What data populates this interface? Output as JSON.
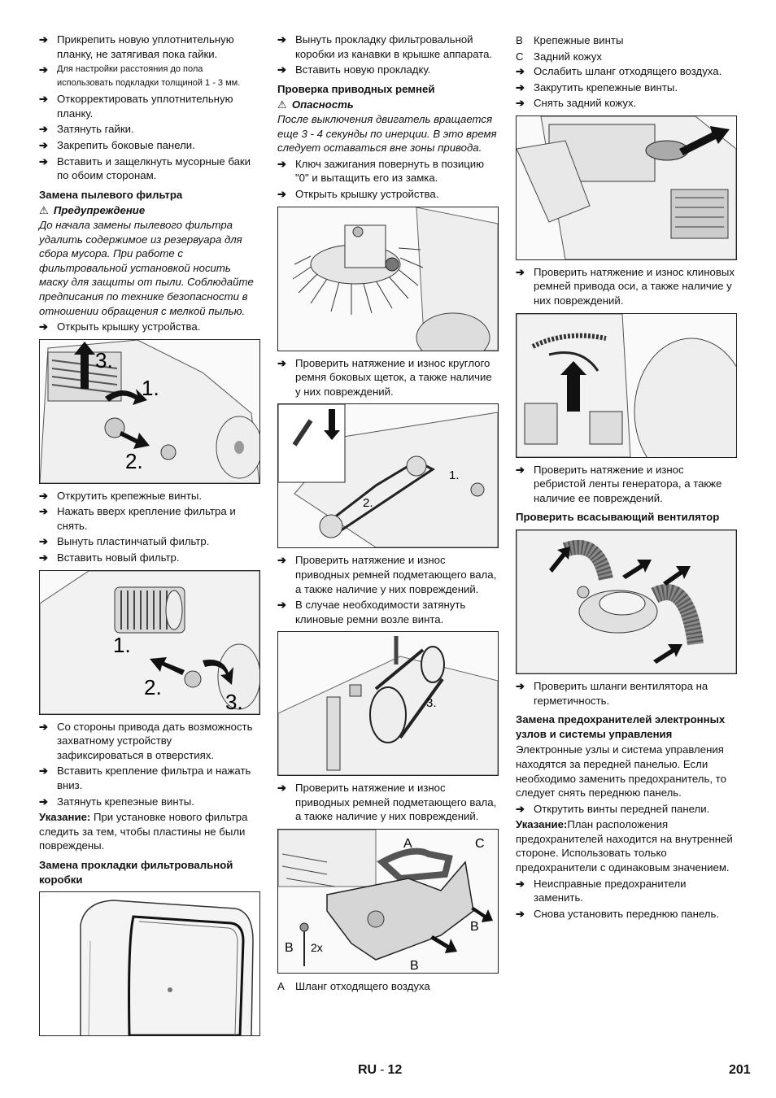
{
  "col1": {
    "steps_a": [
      {
        "text": "Прикрепить новую уплотнительную планку, не затягивая пока гайки.",
        "small": false
      },
      {
        "text": "Для настройки расстояния до пола использовать подкладки толщиной 1 - 3 мм.",
        "small": true
      },
      {
        "text": "Откорректировать уплотнительную планку.",
        "small": false
      },
      {
        "text": "Затянуть гайки.",
        "small": false
      },
      {
        "text": "Закрепить боковые панели.",
        "small": false
      },
      {
        "text": "Вставить и защелкнуть мусорные баки по обоим сторонам.",
        "small": false
      }
    ],
    "heading1": "Замена пылевого фильтра",
    "warning1": "Предупреждение",
    "warning1_text": "До начала замены пылевого фильтра удалить содержимое из резервуара для сбора мусора. При работе с фильтровальной установкой носить маску для защиты от пыли. Соблюдайте предписания по технике безопасности в отношении обращения с мелкой пылью.",
    "step_open": "Открыть крышку устройства.",
    "fig1_labels": [
      "3.",
      "1.",
      "2."
    ],
    "steps_b": [
      "Открутить крепежные винты.",
      "Нажать вверх крепление фильтра и снять.",
      "Вынуть пластинчатый фильтр.",
      "Вставить новый фильтр."
    ],
    "fig2_labels": [
      "1.",
      "2.",
      "3."
    ],
    "steps_c": [
      "Со стороны привода дать возможность захватному устройству зафиксироваться в отверстиях.",
      "Вставить крепление фильтра и нажать вниз.",
      "Затянуть крепеэные винты."
    ],
    "note_label": "Указание:",
    "note_text": " При установке нового фильтра следить за тем, чтобы пластины не были повреждены.",
    "heading2": "Замена прокладки фильтровальной коробки"
  },
  "col2": {
    "steps_a": [
      "Вынуть прокладку фильтровальной коробки из канавки в крышке аппарата.",
      "Вставить новую прокладку."
    ],
    "heading1": "Проверка приводных ремней",
    "warning1": "Опасность",
    "warning1_text": "После выключения двигатель вращается еще 3 - 4 секунды по инерции. В это время следует оставаться вне зоны привода.",
    "steps_b": [
      "Ключ зажигания повернуть в позицию \"0\" и вытащить его из замка.",
      "Открыть крышку устройства."
    ],
    "step_fig1": "Проверить натяжение и износ круглого ремня боковых щеток, а также наличие у них повреждений.",
    "fig2_labels": [
      "1.",
      "2."
    ],
    "steps_c": [
      "Проверить натяжение и износ приводных ремней подметающего вала, а также наличие у них повреждений.",
      "В случае необходимости затянуть клиновые ремни возле винта."
    ],
    "fig3_labels": [
      "3."
    ],
    "step_fig3": "Проверить натяжение и износ приводных ремней подметающего вала, а также наличие у них повреждений.",
    "fig4_labels": [
      "A",
      "C",
      "B",
      "B",
      "2x",
      "B"
    ],
    "legend_a_key": "A",
    "legend_a_text": "Шланг отходящего воздуха"
  },
  "col3": {
    "legend": [
      {
        "key": "B",
        "text": "Крепежные винты"
      },
      {
        "key": "C",
        "text": "Задний кожух"
      }
    ],
    "steps_a": [
      "Ослабить шланг отходящего воздуха.",
      "Закрутить крепежные винты.",
      "Снять задний кожух."
    ],
    "step_fig1": "Проверить натяжение и износ клиновых ремней привода оси, а также наличие у них повреждений.",
    "step_fig2": "Проверить натяжение и износ ребристой ленты генератора, а также наличие ее повреждений.",
    "heading1": "Проверить всасывающий вентилятор",
    "step_fig3": "Проверить шланги вентилятора на герметичность.",
    "heading2": "Замена предохранителей электронных узлов и системы управления",
    "para1": "Электронные узлы и система управления находятся за передней панелью. Если необходимо заменить предохранитель, то следует снять переднюю панель.",
    "step_b": "Открутить винты передней панели.",
    "note_label": "Указание:",
    "note_text": "План расположения предохранителей находится на внутренней стороне. Использовать только предохранители с одинаковым значением.",
    "steps_c": [
      "Неисправные предохранители заменить.",
      "Снова установить переднюю панель."
    ]
  },
  "footer": {
    "lang": "RU",
    "dash": "-",
    "section_page": "12",
    "page_number": "201"
  },
  "icons": {
    "arrow": "➔",
    "warning": "⚠"
  }
}
